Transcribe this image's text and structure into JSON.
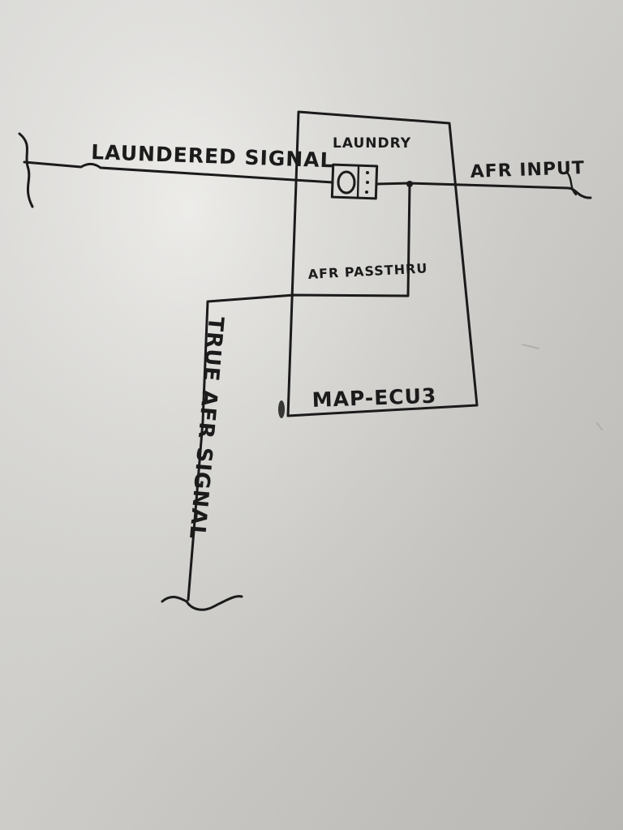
{
  "labels": {
    "laundered_signal": "LAUNDERED SIGNAL",
    "laundry": "LAUNDRY",
    "afr_input": "AFR INPUT",
    "afr_passthru": "AFR PASSTHRU",
    "true_afr_signal": "TRUE AFR SIGNAL",
    "map_ecu3": "MAP-ECU3"
  }
}
